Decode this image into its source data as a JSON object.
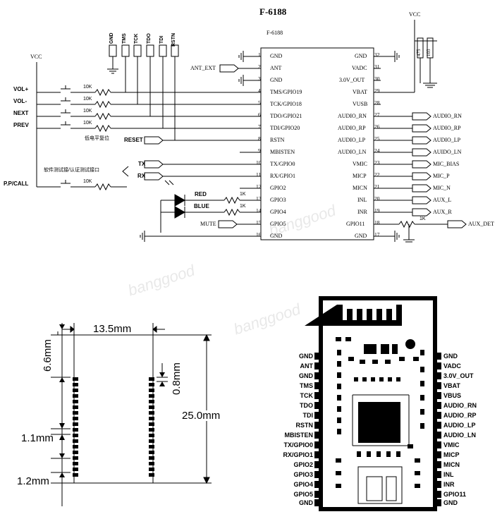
{
  "schematic": {
    "title": "F-6188",
    "chip_label": "F-6188",
    "left_pins": [
      {
        "num": "1",
        "name": "GND"
      },
      {
        "num": "2",
        "name": "ANT"
      },
      {
        "num": "3",
        "name": "GND"
      },
      {
        "num": "4",
        "name": "TMS/GPIO19"
      },
      {
        "num": "5",
        "name": "TCK/GPIO18"
      },
      {
        "num": "6",
        "name": "TDO/GPIO21"
      },
      {
        "num": "7",
        "name": "TDI/GPIO20"
      },
      {
        "num": "8",
        "name": "RSTN"
      },
      {
        "num": "9",
        "name": "MBISTEN"
      },
      {
        "num": "10",
        "name": "TX/GPIO0"
      },
      {
        "num": "11",
        "name": "RX/GPIO1"
      },
      {
        "num": "12",
        "name": "GPIO2"
      },
      {
        "num": "13",
        "name": "GPIO3"
      },
      {
        "num": "14",
        "name": "GPIO4"
      },
      {
        "num": "15",
        "name": "GPIO5"
      },
      {
        "num": "16",
        "name": "GND"
      }
    ],
    "right_pins": [
      {
        "num": "32",
        "name": "GND"
      },
      {
        "num": "31",
        "name": "VADC"
      },
      {
        "num": "30",
        "name": "3.0V_OUT"
      },
      {
        "num": "29",
        "name": "VBAT"
      },
      {
        "num": "28",
        "name": "VUSB"
      },
      {
        "num": "27",
        "name": "AUDIO_RN"
      },
      {
        "num": "26",
        "name": "AUDIO_RP"
      },
      {
        "num": "25",
        "name": "AUDIO_LP"
      },
      {
        "num": "24",
        "name": "AUDIO_LN"
      },
      {
        "num": "23",
        "name": "VMIC"
      },
      {
        "num": "22",
        "name": "MICP"
      },
      {
        "num": "21",
        "name": "MICN"
      },
      {
        "num": "20",
        "name": "INL"
      },
      {
        "num": "19",
        "name": "INR"
      },
      {
        "num": "18",
        "name": "GPIO11"
      },
      {
        "num": "17",
        "name": "GND"
      }
    ],
    "right_nets": [
      "AUDIO_RN",
      "AUDIO_RP",
      "AUDIO_LP",
      "AUIDO_LN",
      "MIC_BIAS",
      "MIC_P",
      "MIC_N",
      "AUX_L",
      "AUX_R"
    ],
    "aux_det": "AUX_DET",
    "ant_ext": "ANT_EXT",
    "vcc_left": "VCC",
    "vcc_right": "VCC",
    "cap1": "475",
    "cap2": "103",
    "jtag_pins": [
      "GND",
      "TMS",
      "TCK",
      "TDO",
      "TDI",
      "RSTN"
    ],
    "buttons": [
      "VOL+",
      "VOL-",
      "NEXT",
      "PREV"
    ],
    "pp_call": "P.P/CALL",
    "res_10k": "10K",
    "res_1k": "1K",
    "reset_note": "低电平复位",
    "reset_net": "RESET",
    "uart_note": "软件测试接/认证测试接口",
    "tx": "TX",
    "rx": "RX",
    "red": "RED",
    "blue": "BLUE",
    "mute": "MUTE"
  },
  "dimensions": {
    "width": "13.5mm",
    "top": "6.6mm",
    "pin_width": "0.8mm",
    "height": "25.0mm",
    "pitch": "1.1mm",
    "bottom": "1.2mm"
  },
  "module": {
    "left_labels": [
      "GND",
      "ANT",
      "GND",
      "TMS",
      "TCK",
      "TDO",
      "TDI",
      "RSTN",
      "MBISTEN",
      "TX/GPIO0",
      "RX/GPIO1",
      "GPIO2",
      "GPIO3",
      "GPIO4",
      "GPIO5",
      "GND"
    ],
    "right_labels": [
      "GND",
      "VADC",
      "3.0V_OUT",
      "VBAT",
      "VBUS",
      "AUDIO_RN",
      "AUDIO_RP",
      "AUDIO_LP",
      "AUDIO_LN",
      "VMIC",
      "MICP",
      "MICN",
      "INL",
      "INR",
      "GPIO11",
      "GND"
    ]
  },
  "colors": {
    "ink": "#000000",
    "watermark": "#e8e8e8"
  }
}
